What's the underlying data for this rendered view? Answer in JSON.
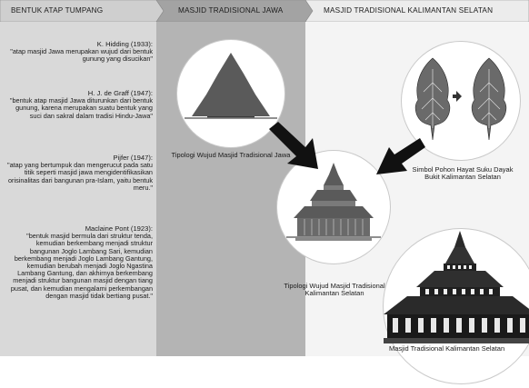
{
  "headers": {
    "col1": "BENTUK ATAP TUMPANG",
    "col2": "MASJID TRADISIONAL JAWA",
    "col3": "MASJID TRADISIONAL KALIMANTAN SELATAN"
  },
  "quotes": [
    {
      "author": "K. Hidding (1933):",
      "text": "\"atap masjid Jawa merupakan wujud dari bentuk gunung yang disucikan\""
    },
    {
      "author": "H. J. de Graff (1947):",
      "text": "\"bentuk atap masjid Jawa diturunkan dari bentuk gunung, karena merupakan suatu bentuk yang suci dan sakral dalam tradisi Hindu-Jawa\""
    },
    {
      "author": "Pijfer (1947):",
      "text": "\"atap yang bertumpuk dan mengerucut pada satu titik seperti masjid jawa mengidentifikasikan orisinalitas dari bangunan pra-Islam, yaitu bentuk meru.\""
    },
    {
      "author": "Maclaine Pont (1923):",
      "text": "\"bentuk masjid bermula dari struktur tenda, kemudian berkembang menjadi struktur bangunan Joglo Lambang Sari, kemudian berkembang menjadi Joglo Lambang Gantung, kemudian berubah menjadi Joglo Ngastina Lambang Gantung, dan akhirnya berkembang menjadi struktur bangunan masjid dengan tiang pusat, dan kemudian mengalami perkembangan dengan masjid tidak bertiang pusat.\""
    }
  ],
  "captions": {
    "java_typology": "Tipologi Wujud Masjid Tradisional Jawa",
    "tree_symbol": "Simbol Pohon Hayat Suku Dayak Bukit Kalimantan Selatan",
    "kalsel_typology": "Tipologi Wujud Masjid Tradisional Kalimantan Selatan",
    "kalsel_photo": "Masjid Tradisional Kalimantan Selatan"
  },
  "colors": {
    "col1_bg": "#d9d9d9",
    "col2_bg": "#b4b4b4",
    "col3_bg": "#f4f4f4",
    "roof": "#5a5a5a",
    "arrow": "#111111"
  }
}
